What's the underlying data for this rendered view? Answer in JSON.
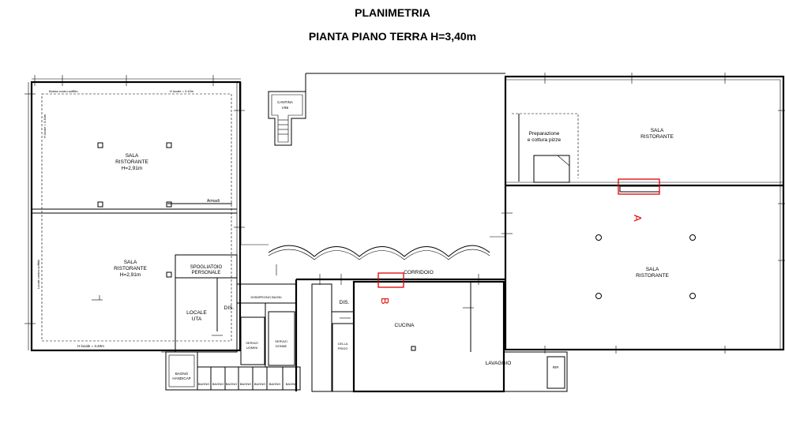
{
  "title": "PLANIMETRIA",
  "subtitle": "PIANTA PIANO TERRA H=3,40m",
  "labels": {
    "botola": "Botola contro-soffitto",
    "hlocale_top": "H locale = 3.40m",
    "hlocale_left": "H locale = 3.40m",
    "sala1_a": "SALA",
    "sala1_b": "RISTORANTE",
    "sala1_c": "H=2,91m",
    "armadi": "Armadi",
    "sala2_a": "SALA",
    "sala2_b": "RISTORANTE",
    "sala2_c": "H=2,91m",
    "hlocale_bottom": "H locale = 3.40m",
    "locale_contro": "Locale contro-soffitto",
    "cantina_a": "CANTINA",
    "cantina_b": "VINI",
    "spogliatoio_a": "SPOGLIATOIO",
    "spogliatoio_b": "PERSONALE",
    "disimpegno_bagni": "DISIMPEGNO BAGNI",
    "locale_uta_a": "LOCALE",
    "locale_uta_b": "UTA",
    "dis1": "DIS.",
    "servizi_uomini_a": "SERVIZI",
    "servizi_uomini_b": "UOMINI",
    "servizi_donne_a": "SERVIZI",
    "servizi_donne_b": "DONNE",
    "bagno_handicap_a": "BAGNO",
    "bagno_handicap_b": "HANDICAP",
    "bagno": "BAGNO",
    "corridoio": "CORRIDOIO",
    "dis2": "DIS.",
    "cella_a": "CELLA",
    "cella_b": "FRIGO",
    "cucina": "CUCINA",
    "lavaggio": "LAVAGGIO",
    "rip": "RIP.",
    "preparazione_a": "Preparazione",
    "preparazione_b": "e cottura pizze",
    "sala3_a": "SALA",
    "sala3_b": "RISTORANTE",
    "sala4_a": "SALA",
    "sala4_b": "RISTORANTE"
  },
  "markers": {
    "a": "A",
    "b": "B"
  },
  "colors": {
    "walls": "#000000",
    "markers": "#e00000",
    "background": "#ffffff"
  }
}
